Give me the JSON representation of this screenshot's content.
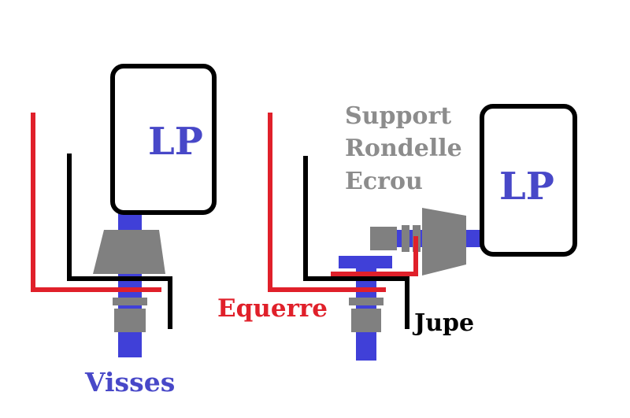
{
  "colors": {
    "red": "#e0202a",
    "black": "#000000",
    "blue": "#4040d8",
    "grey": "#808080",
    "grey_text": "#8c8c8c",
    "label_blue": "#4848c8"
  },
  "left": {
    "box_label": "LP",
    "screws_label": "Visses"
  },
  "right": {
    "box_label": "LP",
    "support_lines": [
      "Support",
      "Rondelle",
      "Ecrou"
    ],
    "bracket_label": "Equerre",
    "skirt_label": "Jupe"
  }
}
